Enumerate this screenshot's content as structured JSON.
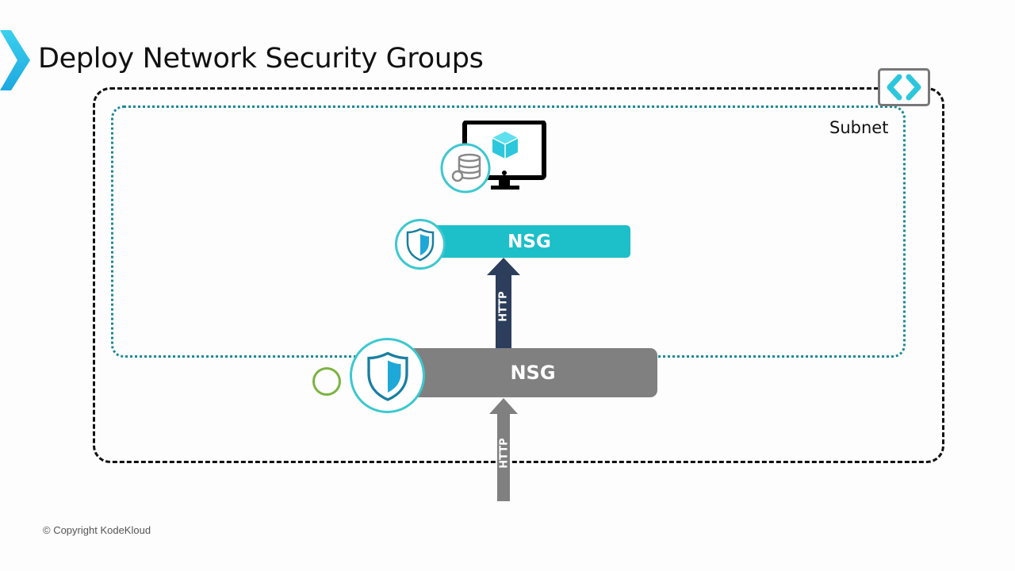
{
  "slide": {
    "title": "Deploy Network Security Groups",
    "copyright": "© Copyright KodeKloud"
  },
  "diagram": {
    "vnet": {
      "icon": "virtual-network-icon"
    },
    "subnet": {
      "label": "Subnet"
    },
    "vm": {
      "icons": [
        "monitor-icon",
        "cube-icon",
        "database-icon"
      ]
    },
    "nsg_subnet": {
      "label": "NSG",
      "icon": "shield-icon",
      "color": "#1dbfc8"
    },
    "nsg_nic": {
      "label": "NSG",
      "icon": "shield-icon",
      "color": "#808080"
    },
    "arrows": [
      {
        "label": "HTTP",
        "from": "nsg_nic",
        "to": "nsg_subnet",
        "color": "#2c3e5c"
      },
      {
        "label": "HTTP",
        "from": "outside",
        "to": "nsg_nic",
        "color": "#808080"
      }
    ]
  },
  "colors": {
    "accent": "#1dbfc8",
    "chevron": "#29b6e8",
    "ring": "#7cb342"
  }
}
